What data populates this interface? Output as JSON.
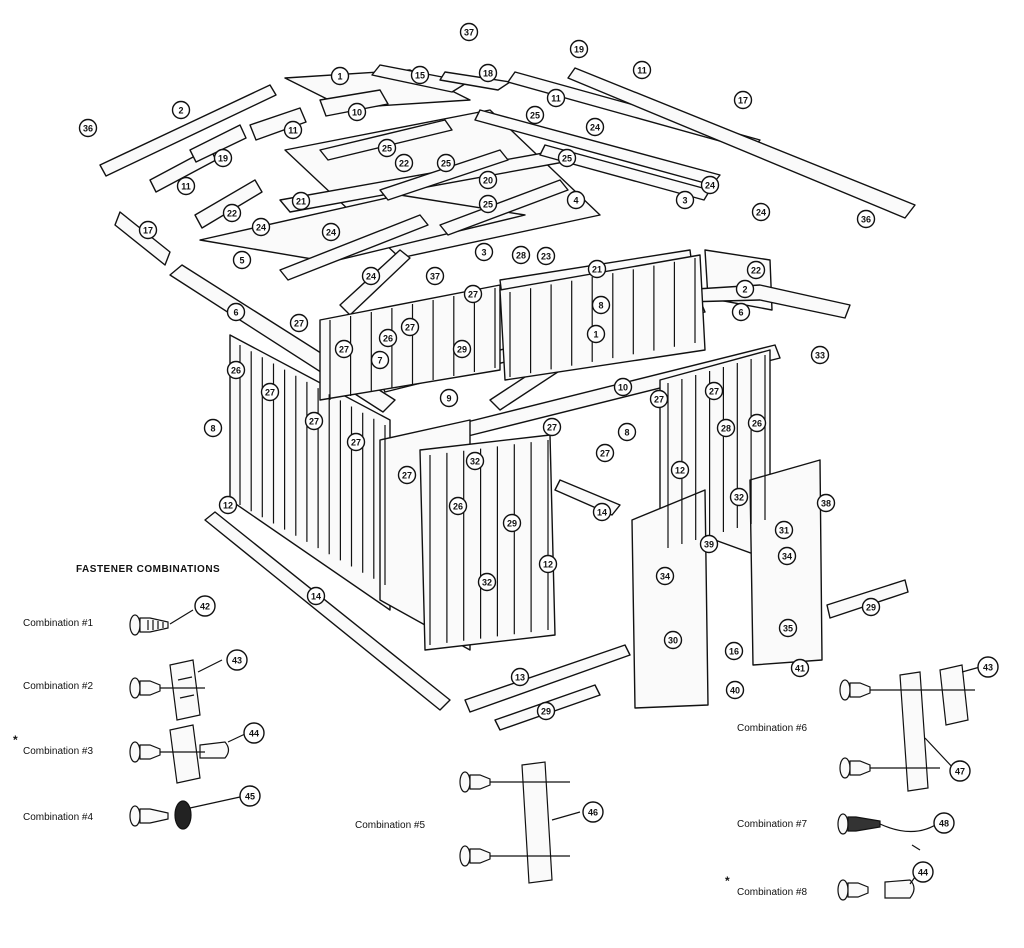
{
  "fastener_section": {
    "title": "FASTENER COMBINATIONS",
    "combinations": [
      {
        "label": "Combination #1",
        "callouts": [
          "42"
        ]
      },
      {
        "label": "Combination #2",
        "callouts": [
          "43"
        ]
      },
      {
        "label": "Combination #3",
        "callouts": [
          "44"
        ],
        "starred": true
      },
      {
        "label": "Combination #4",
        "callouts": [
          "45"
        ]
      },
      {
        "label": "Combination #5",
        "callouts": [
          "46"
        ]
      },
      {
        "label": "Combination #6",
        "callouts": [
          "43",
          "47"
        ]
      },
      {
        "label": "Combination #7",
        "callouts": [
          "48"
        ]
      },
      {
        "label": "Combination #8",
        "callouts": [
          "44"
        ],
        "starred": true
      }
    ],
    "star_symbol": "*"
  },
  "callouts": [
    "1",
    "2",
    "3",
    "4",
    "5",
    "6",
    "7",
    "8",
    "9",
    "10",
    "11",
    "12",
    "13",
    "14",
    "15",
    "16",
    "17",
    "18",
    "19",
    "20",
    "21",
    "22",
    "23",
    "24",
    "25",
    "26",
    "27",
    "28",
    "29",
    "30",
    "31",
    "32",
    "33",
    "34",
    "35",
    "36",
    "37",
    "38",
    "39",
    "40",
    "41"
  ]
}
